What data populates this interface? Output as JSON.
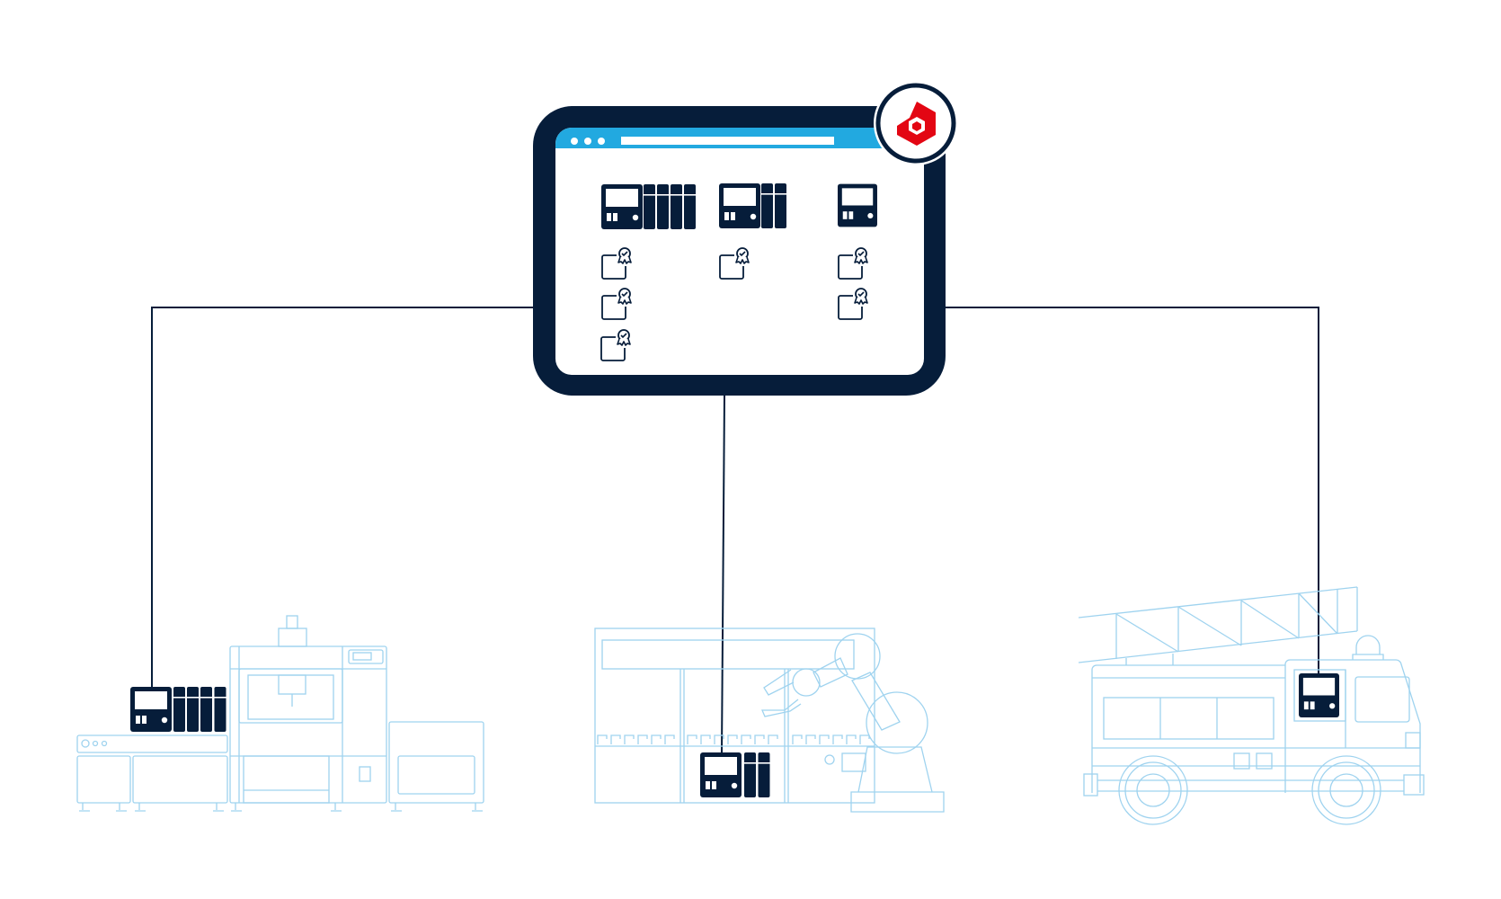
{
  "colors": {
    "navy": "#061d3a",
    "accent_blue": "#22a9e0",
    "outline_blue": "#9fd3ef",
    "brand_red": "#e30613"
  },
  "icons": {
    "hub": "tablet-dashboard-icon",
    "brand": "brand-logo-icon",
    "controller": "plc-controller-icon",
    "certificate": "certificate-icon"
  },
  "dashboard": {
    "controllers": [
      {
        "modules": 4,
        "certificates": 3
      },
      {
        "modules": 2,
        "certificates": 1
      },
      {
        "modules": 0,
        "certificates": 2
      }
    ]
  },
  "sites": [
    {
      "name": "cnc-machine",
      "controller_modules": 4
    },
    {
      "name": "robot-cell",
      "controller_modules": 2
    },
    {
      "name": "fire-truck",
      "controller_modules": 0
    }
  ]
}
